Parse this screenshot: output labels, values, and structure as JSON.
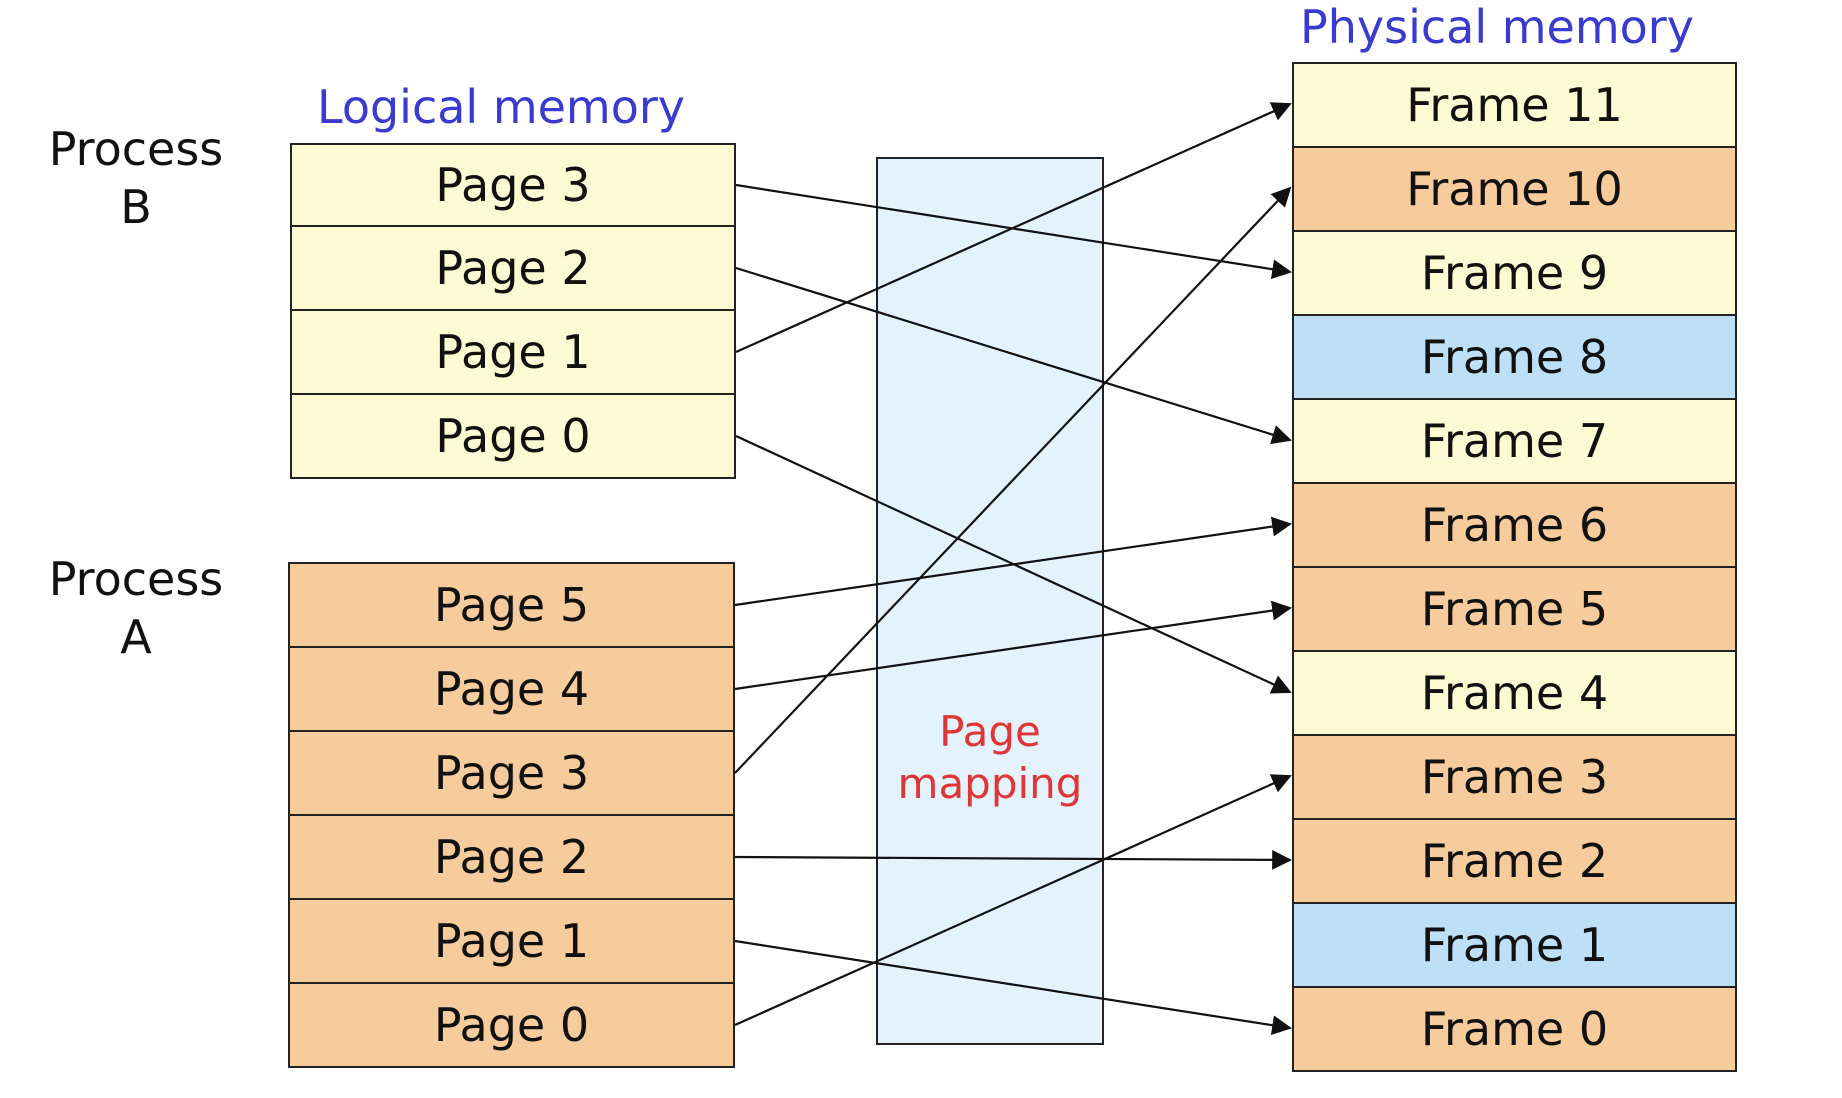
{
  "headings": {
    "logical": "Logical memory",
    "physical": "Physical memory"
  },
  "process_b": {
    "label_line1": "Process",
    "label_line2": "B",
    "pages": [
      "Page 3",
      "Page 2",
      "Page 1",
      "Page 0"
    ]
  },
  "process_a": {
    "label_line1": "Process",
    "label_line2": "A",
    "pages": [
      "Page 5",
      "Page 4",
      "Page 3",
      "Page 2",
      "Page 1",
      "Page 0"
    ]
  },
  "mapping": {
    "label_line1": "Page",
    "label_line2": "mapping"
  },
  "frames": [
    {
      "label": "Frame 11",
      "owner": "B"
    },
    {
      "label": "Frame 10",
      "owner": "A"
    },
    {
      "label": "Frame 9",
      "owner": "B"
    },
    {
      "label": "Frame 8",
      "owner": "free"
    },
    {
      "label": "Frame 7",
      "owner": "B"
    },
    {
      "label": "Frame 6",
      "owner": "A"
    },
    {
      "label": "Frame 5",
      "owner": "A"
    },
    {
      "label": "Frame 4",
      "owner": "B"
    },
    {
      "label": "Frame 3",
      "owner": "A"
    },
    {
      "label": "Frame 2",
      "owner": "A"
    },
    {
      "label": "Frame 1",
      "owner": "free"
    },
    {
      "label": "Frame 0",
      "owner": "A"
    }
  ],
  "mappings": [
    {
      "process": "B",
      "page": "Page 3",
      "frame": "Frame 9"
    },
    {
      "process": "B",
      "page": "Page 2",
      "frame": "Frame 7"
    },
    {
      "process": "B",
      "page": "Page 1",
      "frame": "Frame 11"
    },
    {
      "process": "B",
      "page": "Page 0",
      "frame": "Frame 4"
    },
    {
      "process": "A",
      "page": "Page 5",
      "frame": "Frame 6"
    },
    {
      "process": "A",
      "page": "Page 4",
      "frame": "Frame 5"
    },
    {
      "process": "A",
      "page": "Page 3",
      "frame": "Frame 10"
    },
    {
      "process": "A",
      "page": "Page 2",
      "frame": "Frame 2"
    },
    {
      "process": "A",
      "page": "Page 1",
      "frame": "Frame 0"
    },
    {
      "process": "A",
      "page": "Page 0",
      "frame": "Frame 3"
    }
  ],
  "colors": {
    "process_b": "#fdfbd3",
    "process_a": "#f6cc9c",
    "free": "#bde0f7",
    "mapping_box": "#e3f2fd",
    "heading": "#3a3ad0",
    "mapping_label": "#e03535"
  }
}
